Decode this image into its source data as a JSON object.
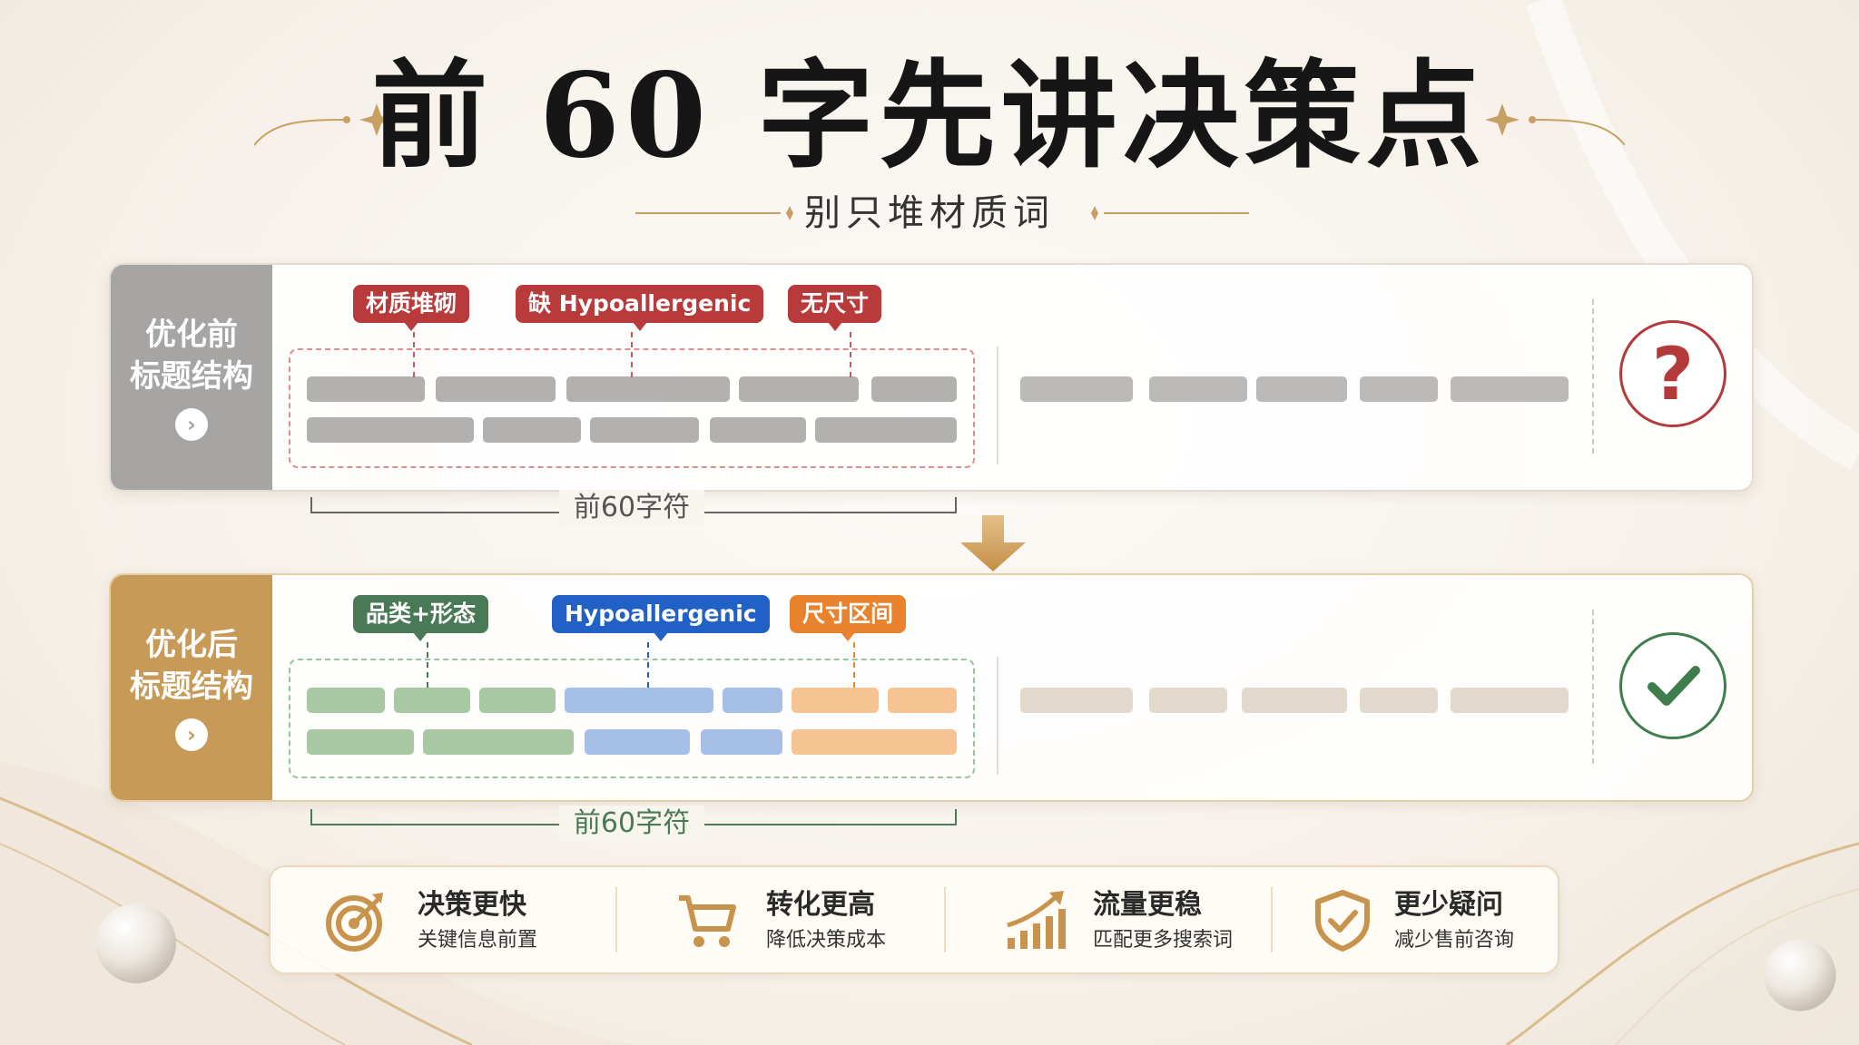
{
  "title": "前 60 字先讲决策点",
  "subtitle": "别只堆材质词",
  "before": {
    "side_line1": "优化前",
    "side_line2": "标题结构",
    "tags": [
      {
        "label": "材质堆砌",
        "color": "#b83a3a"
      },
      {
        "label": "缺 Hypoallergenic",
        "color": "#b83a3a"
      },
      {
        "label": "无尺寸",
        "color": "#b83a3a"
      }
    ],
    "bracket_label": "前60字符",
    "status_icon": "question-mark-icon",
    "status_symbol": "?"
  },
  "after": {
    "side_line1": "优化后",
    "side_line2": "标题结构",
    "tags": [
      {
        "label": "品类+形态",
        "color": "#4a7a55"
      },
      {
        "label": "Hypoallergenic",
        "color": "#2160c4"
      },
      {
        "label": "尺寸区间",
        "color": "#e8822c"
      }
    ],
    "bracket_label": "前60字符",
    "status_icon": "check-icon"
  },
  "benefits": [
    {
      "title": "决策更快",
      "subtitle": "关键信息前置",
      "icon": "target-icon"
    },
    {
      "title": "转化更高",
      "subtitle": "降低决策成本",
      "icon": "cart-icon"
    },
    {
      "title": "流量更稳",
      "subtitle": "匹配更多搜索词",
      "icon": "chart-growth-icon"
    },
    {
      "title": "更少疑问",
      "subtitle": "减少售前咨询",
      "icon": "shield-check-icon"
    }
  ],
  "colors": {
    "gold": "#c89a57",
    "gray": "#a6a5a3",
    "red": "#b83a3a",
    "green": "#4a7a55",
    "blue": "#2160c4",
    "orange": "#e8822c"
  }
}
